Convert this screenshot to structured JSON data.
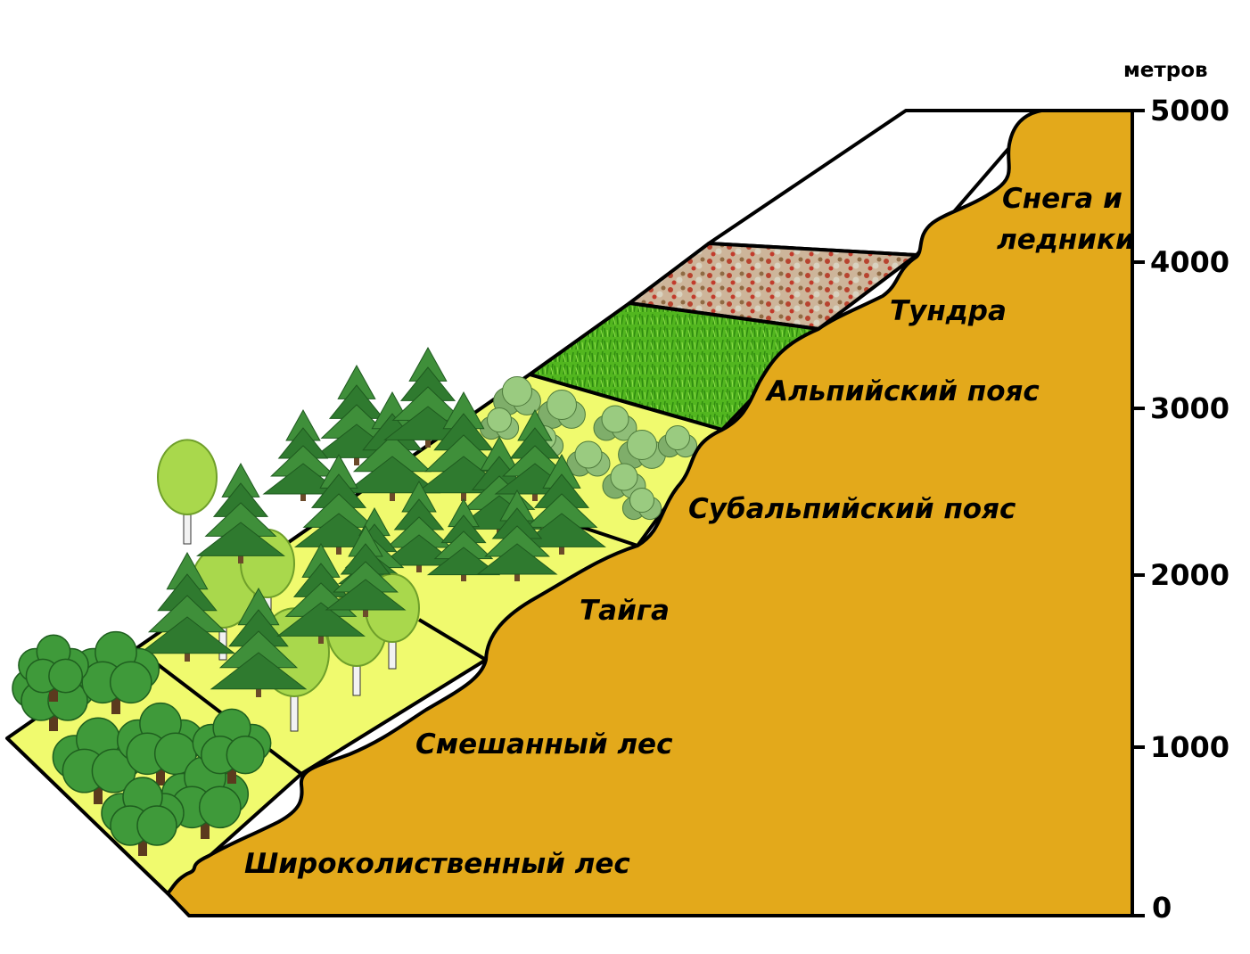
{
  "colors": {
    "slope": "#e3a91b",
    "meadow": "#f0fa6e",
    "alpine": "#4fb51c",
    "tundra": "#c7a98a",
    "snow": "#ffffff",
    "outline": "#000000"
  },
  "axis": {
    "unit": "метров",
    "ticks": [
      "5000",
      "4000",
      "3000",
      "2000",
      "1000",
      "0"
    ]
  },
  "zones": {
    "broadleaf": "Широколиственный лес",
    "mixed": "Смешанный лес",
    "taiga": "Тайга",
    "subalpine": "Субальпийский пояс",
    "alpine": "Альпийский пояс",
    "tundra": "Тундра",
    "snow_line1": "Снега и",
    "snow_line2": "ледники"
  },
  "icons": {
    "broadleaf_trees": "oak-tree-icon",
    "mixed_trees": "birch-tree-icon",
    "taiga_trees": "spruce-tree-icon",
    "subalpine_shrubs": "shrub-icon",
    "alpine_grass": "grass-icon",
    "tundra_moss": "moss-icon"
  }
}
